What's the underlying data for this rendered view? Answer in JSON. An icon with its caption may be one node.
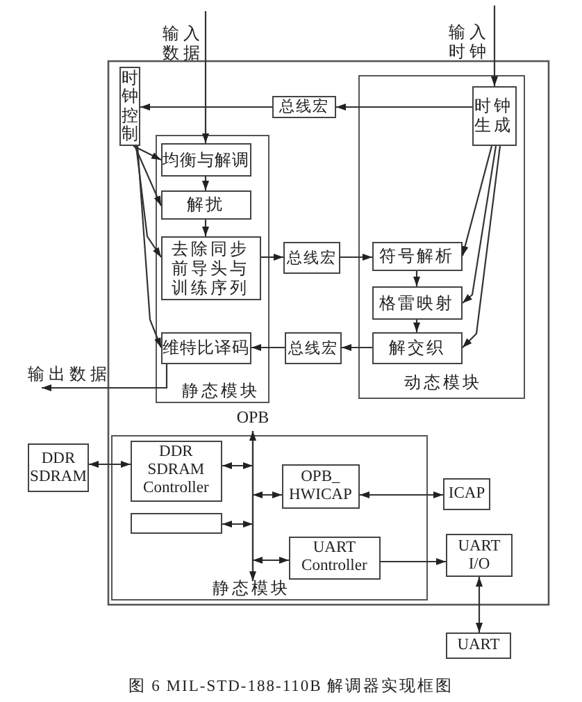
{
  "diagram": {
    "caption": "图 6 MIL-STD-188-110B 解调器实现框图",
    "nodes": [
      {
        "text": [
          "时钟控制"
        ]
      },
      {
        "text": [
          "总线宏"
        ]
      },
      {
        "text": [
          "动态模块"
        ]
      },
      {
        "text": [
          "时钟生成"
        ],
        "in": 2
      },
      {
        "text": [
          "静态模块"
        ]
      },
      {
        "text": [
          "均衡与解调"
        ],
        "in": 4
      },
      {
        "text": [
          "解扰"
        ],
        "in": 4
      },
      {
        "text": [
          "去除同步前导头与训练序列"
        ],
        "in": 4
      },
      {
        "text": [
          "总线宏"
        ]
      },
      {
        "text": [
          "符号解析"
        ],
        "in": 2
      },
      {
        "text": [
          "格雷映射"
        ],
        "in": 2
      },
      {
        "text": [
          "维特比译码"
        ],
        "in": 4
      },
      {
        "text": [
          "总线宏"
        ]
      },
      {
        "text": [
          "解交织"
        ],
        "in": 2
      },
      {
        "text": [
          "DDR SDRAM"
        ]
      },
      {
        "text": [
          "静态模块"
        ]
      },
      {
        "text": [
          "DDR SDRAM Controller"
        ],
        "in": 15
      },
      {
        "text": [],
        "shape": "box",
        "in": 15
      },
      {
        "text": [
          "OPB_ HWICAP"
        ],
        "in": 15
      },
      {
        "text": [
          "ICAP"
        ]
      },
      {
        "text": [
          "UART Controller"
        ],
        "in": 15
      },
      {
        "text": [
          "UART I/O"
        ]
      },
      {
        "text": [
          "UART"
        ]
      },
      {
        "text": [
          "OPB"
        ]
      },
      {
        "text": [
          "输出数据"
        ]
      }
    ],
    "edges": [
      {
        "from": null,
        "to": 5,
        "arrow": "to"
      },
      {
        "from": null,
        "to": 3,
        "arrow": "to"
      },
      {
        "from": 3,
        "to": 1,
        "arrow": "to"
      },
      {
        "from": 1,
        "to": 0,
        "arrow": "to"
      },
      {
        "from": 0,
        "to": 5,
        "arrow": "to"
      },
      {
        "from": 0,
        "to": 6,
        "arrow": "to"
      },
      {
        "from": 0,
        "to": 7,
        "arrow": "to"
      },
      {
        "from": 0,
        "to": 11,
        "arrow": "to"
      },
      {
        "from": 5,
        "to": 6,
        "arrow": "to"
      },
      {
        "from": 6,
        "to": 7,
        "arrow": "to"
      },
      {
        "from": 7,
        "to": 8,
        "arrow": "to"
      },
      {
        "from": 8,
        "to": 9,
        "arrow": "to"
      },
      {
        "from": 9,
        "to": 10,
        "arrow": "to"
      },
      {
        "from": 10,
        "to": 13,
        "arrow": "to"
      },
      {
        "from": 13,
        "to": 12,
        "arrow": "to"
      },
      {
        "from": 12,
        "to": 11,
        "arrow": "to"
      },
      {
        "from": 3,
        "to": 9,
        "arrow": "to"
      },
      {
        "from": 3,
        "to": 10,
        "arrow": "to"
      },
      {
        "from": 3,
        "to": 13,
        "arrow": "to"
      },
      {
        "from": 11,
        "to": 24,
        "arrow": "to"
      },
      {
        "from": 14,
        "to": 16,
        "arrow": "both"
      },
      {
        "from": 16,
        "to": 23,
        "arrow": "both"
      },
      {
        "from": 17,
        "to": 23,
        "arrow": "both"
      },
      {
        "from": 23,
        "to": 18,
        "arrow": "both"
      },
      {
        "from": 23,
        "to": 20,
        "arrow": "both"
      },
      {
        "from": 18,
        "to": 19,
        "arrow": "both"
      },
      {
        "from": 20,
        "to": 21,
        "arrow": "to"
      },
      {
        "from": 21,
        "to": 22,
        "arrow": "both"
      }
    ],
    "labels": [
      "输入数据",
      "输入时钟"
    ]
  }
}
